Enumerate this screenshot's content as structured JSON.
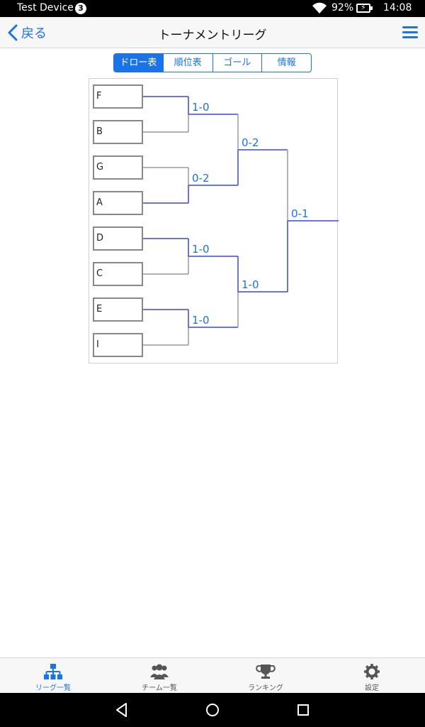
{
  "status_bar": {
    "device_name": "Test Device",
    "notification_count": "3",
    "battery_percent": "92%",
    "time": "14:08"
  },
  "nav": {
    "back_label": "戻る",
    "title": "トーナメントリーグ"
  },
  "segments": [
    {
      "label": "ドロー表",
      "active": true
    },
    {
      "label": "順位表",
      "active": false
    },
    {
      "label": "ゴール",
      "active": false
    },
    {
      "label": "情報",
      "active": false
    }
  ],
  "bracket": {
    "teams": [
      "F",
      "B",
      "G",
      "A",
      "D",
      "C",
      "E",
      "I"
    ],
    "round1_scores": [
      "1-0",
      "0-2",
      "1-0",
      "1-0"
    ],
    "round2_scores": [
      "0-2",
      "1-0"
    ],
    "final_score": "0-1"
  },
  "colors": {
    "accent": "#1a73e8",
    "winner_line": "#3b46d6",
    "loser_line": "#9a9a9a"
  },
  "tabbar": {
    "items": [
      {
        "label": "リーグ一覧",
        "icon": "hierarchy-icon",
        "active": true
      },
      {
        "label": "チーム一覧",
        "icon": "group-icon",
        "active": false
      },
      {
        "label": "ランキング",
        "icon": "trophy-icon",
        "active": false
      },
      {
        "label": "設定",
        "icon": "gear-icon",
        "active": false
      }
    ]
  }
}
